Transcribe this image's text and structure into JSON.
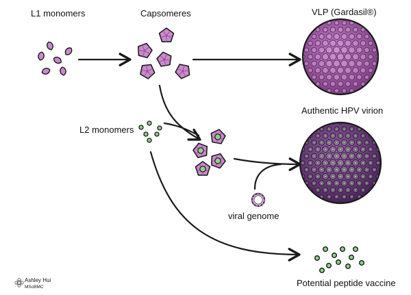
{
  "labels": {
    "l1": "L1 monomers",
    "capsomeres": "Capsomeres",
    "vlp": "VLP (Gardasil®)",
    "virion": "Authentic HPV virion",
    "l2": "L2 monomers",
    "genome": "viral genome",
    "peptide": "Potential peptide vaccine"
  },
  "credit": {
    "name": "Ashley Hui",
    "degree": "MScBMC"
  },
  "colors": {
    "l1_protein": "#c98bcb",
    "l1_dark": "#9b4f9f",
    "capsid": "#8a4a8e",
    "capsid_virion": "#6b3a78",
    "l2_protein": "#8fd18a",
    "outline": "#1a1a1a"
  },
  "icons": {
    "l1_monomer": "purple-teardrop",
    "capsomere": "purple-pentamer",
    "vlp": "purple-sphere",
    "virion": "dark-purple-sphere-with-green-dots",
    "l2_monomer": "green-ring",
    "genome": "purple-coil-ring",
    "signature": "flower-logo"
  }
}
